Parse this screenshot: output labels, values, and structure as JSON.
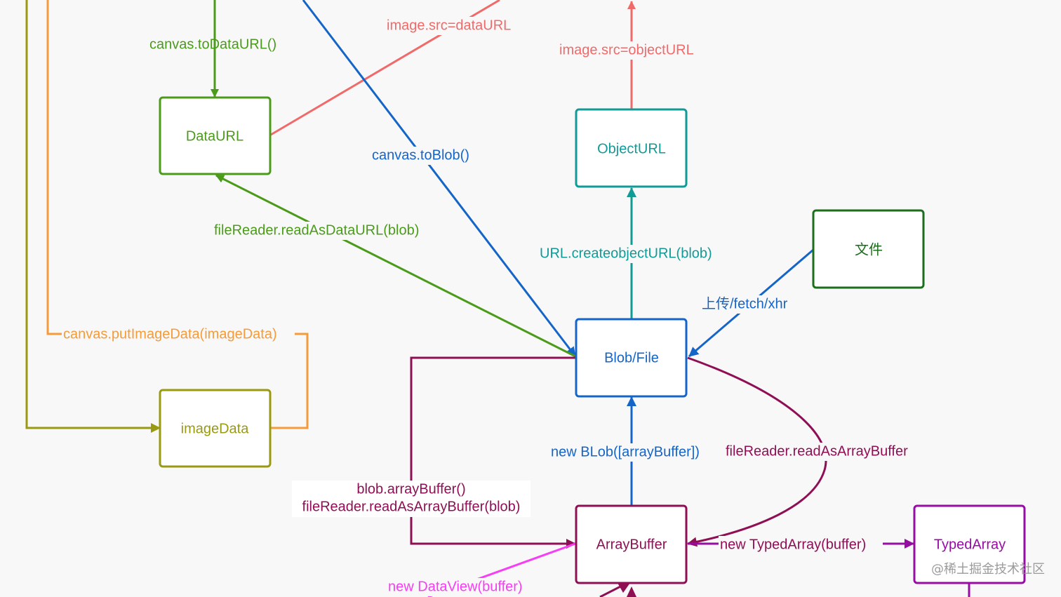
{
  "colors": {
    "green": "#4b9b1a",
    "red": "#f06a6a",
    "blue": "#1565c8",
    "teal": "#129a96",
    "dark_green": "#1b6e1b",
    "olive": "#9a9a12",
    "orange": "#f59b3a",
    "maroon": "#8f0f55",
    "magenta": "#f63ef2",
    "purple": "#970ca3",
    "watermark": "#9b9b9b",
    "background": "#f8f8f8"
  },
  "nodes": {
    "dataurl": "DataURL",
    "objecturl": "ObjectURL",
    "file": "文件",
    "blob": "Blob/File",
    "imagedata": "imageData",
    "arraybuffer": "ArrayBuffer",
    "typedarray": "TypedArray"
  },
  "edges": {
    "canvas_todataurl": "canvas.toDataURL()",
    "image_src_dataurl": "image.src=dataURL",
    "image_src_objecturl": "image.src=objectURL",
    "canvas_toblob": "canvas.toBlob()",
    "readasdataurl": "fileReader.readAsDataURL(blob)",
    "createobjecturl": "URL.createobjectURL(blob)",
    "upload": "上传/fetch/xhr",
    "putimagedata": "canvas.putImageData(imageData)",
    "new_blob": "new BLob([arrayBuffer])",
    "readasarraybuffer": "fileReader.readAsArrayBuffer",
    "blob_arraybuffer_1": "blob.arrayBuffer()",
    "blob_arraybuffer_2": "fileReader.readAsArrayBuffer(blob)",
    "new_typedarray": "new TypedArray(buffer)",
    "new_dataview": "new DataView(buffer)"
  },
  "watermark": "@稀土掘金技术社区"
}
